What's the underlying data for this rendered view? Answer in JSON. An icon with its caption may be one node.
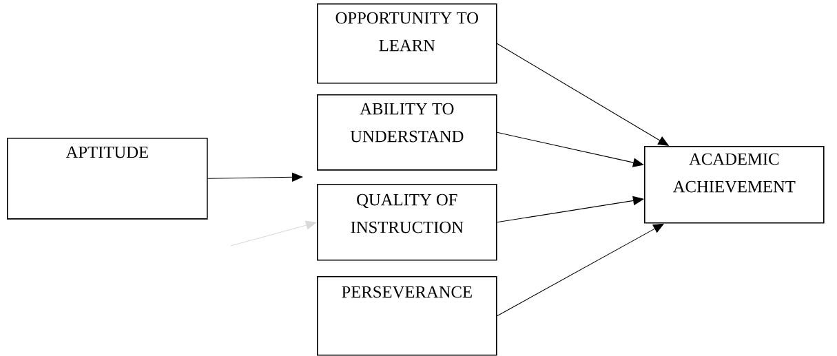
{
  "diagram": {
    "nodes": [
      {
        "text": [
          "APTITUDE"
        ]
      },
      {
        "text": [
          "OPPORTUNITY TO LEARN"
        ]
      },
      {
        "text": [
          "ABILITY TO UNDERSTAND"
        ]
      },
      {
        "text": [
          "QUALITY OF INSTRUCTION"
        ]
      },
      {
        "text": [
          "PERSEVERANCE"
        ]
      },
      {
        "text": [
          "ACADEMIC ACHIEVEMENT"
        ]
      }
    ],
    "edges": [
      {
        "from": 0,
        "to": null,
        "arrow": "to"
      },
      {
        "from": null,
        "to": 3,
        "arrow": "to",
        "color": "#d9d9d9"
      },
      {
        "from": 1,
        "to": 5,
        "arrow": "to"
      },
      {
        "from": 2,
        "to": 5,
        "arrow": "to"
      },
      {
        "from": 3,
        "to": 5,
        "arrow": "to"
      },
      {
        "from": 4,
        "to": 5,
        "arrow": "to"
      }
    ]
  }
}
